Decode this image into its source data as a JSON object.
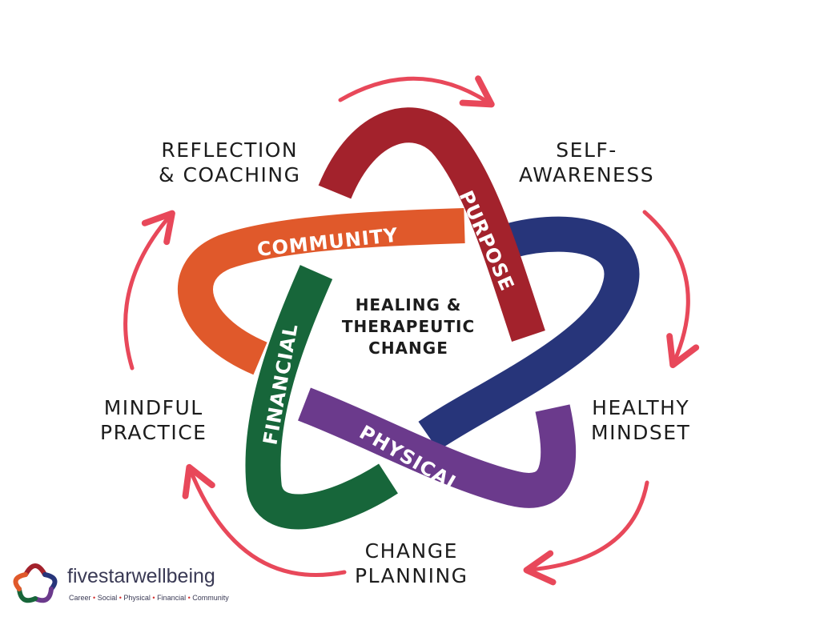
{
  "cycle_labels": {
    "reflection": {
      "line1": "REFLECTION",
      "line2": "& COACHING"
    },
    "self_awareness": {
      "line1": "SELF-",
      "line2": "AWARENESS"
    },
    "healthy_mindset": {
      "line1": "HEALTHY",
      "line2": "MINDSET"
    },
    "change_planning": {
      "line1": "CHANGE",
      "line2": "PLANNING"
    },
    "mindful_practice": {
      "line1": "MINDFUL",
      "line2": "PRACTICE"
    }
  },
  "star_bands": {
    "purpose": "PURPOSE",
    "community": "COMMUNITY",
    "financial": "FINANCIAL",
    "physical": "PHYSICAL"
  },
  "center": {
    "line1": "HEALING &",
    "line2": "THERAPEUTIC",
    "line3": "CHANGE"
  },
  "logo": {
    "name": "fivestarwellbeing",
    "tagline": [
      "Career",
      "Social",
      "Physical",
      "Financial",
      "Community"
    ]
  },
  "colors": {
    "purpose": "#a3222c",
    "community": "#e0592b",
    "financial": "#17663a",
    "physical": "#6b3a8c",
    "navy": "#27357a",
    "arrow": "#e8485a"
  }
}
